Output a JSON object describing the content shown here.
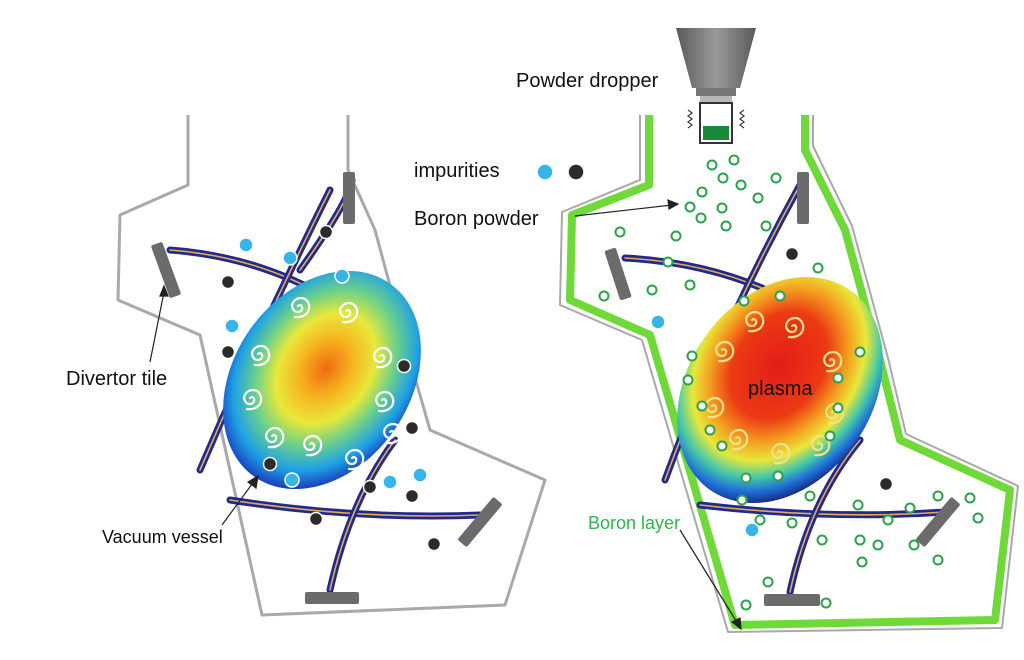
{
  "labels": {
    "powder_dropper": "Powder dropper",
    "impurities": "impurities",
    "boron_powder": "Boron powder",
    "divertor_tile": "Divertor tile",
    "vacuum_vessel": "Vacuum vessel",
    "boron_layer": "Boron layer",
    "plasma": "plasma"
  },
  "colors": {
    "vessel_wall": "#a9a9a9",
    "boron_layer": "#6fd93a",
    "coil_dark": "#1f2a8c",
    "coil_stripe": "#e8a955",
    "divertor": "#6b6b6b",
    "impurity_light": "#35b5ea",
    "impurity_dark": "#2b2b2b",
    "boron_particle": "#2aa34a",
    "plasma_core_left": "#f07a10",
    "plasma_core_right": "#e8201a"
  },
  "icons": [
    "spiral-icon",
    "funnel-icon",
    "vibration-icon"
  ]
}
